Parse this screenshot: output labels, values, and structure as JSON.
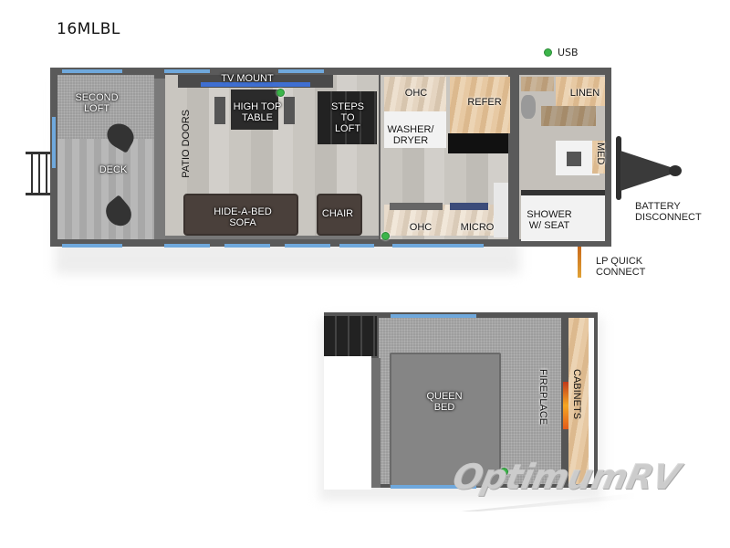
{
  "model": {
    "name": "16MLBL"
  },
  "legend": {
    "usb_label": "USB",
    "usb_color": "#3cb54a"
  },
  "main_floor": {
    "labels": {
      "second_loft": "SECOND\nLOFT",
      "deck": "DECK",
      "patio_doors": "PATIO DOORS",
      "tv_mount": "TV MOUNT",
      "high_top_table": "HIGH TOP\nTABLE",
      "steps_to_loft": "STEPS\nTO\nLOFT",
      "ohc_upper": "OHC",
      "washer_dryer": "WASHER/\nDRYER",
      "refer": "REFER",
      "linen": "LINEN",
      "med": "MED",
      "hide_a_bed_sofa": "HIDE-A-BED\nSOFA",
      "chair": "CHAIR",
      "ohc_lower": "OHC",
      "micro": "MICRO",
      "shower": "SHOWER\nW/ SEAT"
    },
    "exterior_labels": {
      "battery_disconnect": "BATTERY\nDISCONNECT",
      "lp_quick_connect": "LP QUICK\nCONNECT"
    }
  },
  "loft_floor": {
    "labels": {
      "queen_bed": "QUEEN\nBED",
      "fireplace": "FIREPLACE",
      "cabinets": "CABINETS"
    }
  },
  "colors": {
    "window": "#6fa8dc",
    "wall": "#5a5a5a",
    "wood": "#e2c29b",
    "floor": "#c9c6c0"
  },
  "watermark": {
    "text": "OptimumRV"
  }
}
